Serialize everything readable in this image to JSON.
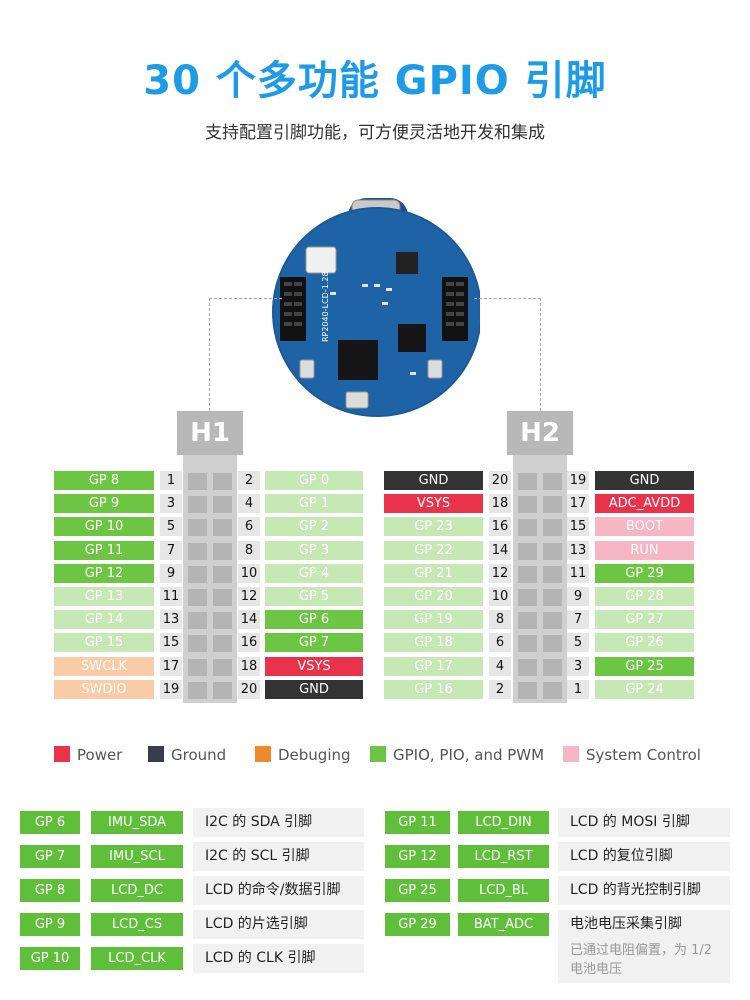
{
  "header": {
    "title": "30 个多功能 GPIO 引脚",
    "subtitle": "支持配置引脚功能，可方便灵活地开发和集成"
  },
  "board": {
    "silkscreen": "RP2040-LCD-1.28"
  },
  "headers": {
    "h1": {
      "label": "H1",
      "rows": [
        {
          "left": "GP 8",
          "lpin": "1",
          "rpin": "2",
          "right": "GP 0",
          "lc": "gpio",
          "rc": "gpio_light"
        },
        {
          "left": "GP 9",
          "lpin": "3",
          "rpin": "4",
          "right": "GP 1",
          "lc": "gpio",
          "rc": "gpio_light"
        },
        {
          "left": "GP 10",
          "lpin": "5",
          "rpin": "6",
          "right": "GP 2",
          "lc": "gpio",
          "rc": "gpio_light"
        },
        {
          "left": "GP 11",
          "lpin": "7",
          "rpin": "8",
          "right": "GP 3",
          "lc": "gpio",
          "rc": "gpio_light"
        },
        {
          "left": "GP 12",
          "lpin": "9",
          "rpin": "10",
          "right": "GP 4",
          "lc": "gpio",
          "rc": "gpio_light"
        },
        {
          "left": "GP 13",
          "lpin": "11",
          "rpin": "12",
          "right": "GP 5",
          "lc": "gpio_light",
          "rc": "gpio_light"
        },
        {
          "left": "GP 14",
          "lpin": "13",
          "rpin": "14",
          "right": "GP 6",
          "lc": "gpio_light",
          "rc": "gpio"
        },
        {
          "left": "GP 15",
          "lpin": "15",
          "rpin": "16",
          "right": "GP 7",
          "lc": "gpio_light",
          "rc": "gpio"
        },
        {
          "left": "SWCLK",
          "lpin": "17",
          "rpin": "18",
          "right": "VSYS",
          "lc": "debug",
          "rc": "power"
        },
        {
          "left": "SWDIO",
          "lpin": "19",
          "rpin": "20",
          "right": "GND",
          "lc": "debug",
          "rc": "ground"
        }
      ]
    },
    "h2": {
      "label": "H2",
      "rows": [
        {
          "left": "GND",
          "lpin": "20",
          "rpin": "19",
          "right": "GND",
          "lc": "ground",
          "rc": "ground"
        },
        {
          "left": "VSYS",
          "lpin": "18",
          "rpin": "17",
          "right": "ADC_AVDD",
          "lc": "power",
          "rc": "power"
        },
        {
          "left": "GP 23",
          "lpin": "16",
          "rpin": "15",
          "right": "BOOT",
          "lc": "gpio_light",
          "rc": "system"
        },
        {
          "left": "GP 22",
          "lpin": "14",
          "rpin": "13",
          "right": "RUN",
          "lc": "gpio_light",
          "rc": "system"
        },
        {
          "left": "GP 21",
          "lpin": "12",
          "rpin": "11",
          "right": "GP 29",
          "lc": "gpio_light",
          "rc": "gpio"
        },
        {
          "left": "GP 20",
          "lpin": "10",
          "rpin": "9",
          "right": "GP 28",
          "lc": "gpio_light",
          "rc": "gpio_light"
        },
        {
          "left": "GP 19",
          "lpin": "8",
          "rpin": "7",
          "right": "GP 27",
          "lc": "gpio_light",
          "rc": "gpio_light"
        },
        {
          "left": "GP 18",
          "lpin": "6",
          "rpin": "5",
          "right": "GP 26",
          "lc": "gpio_light",
          "rc": "gpio_light"
        },
        {
          "left": "GP 17",
          "lpin": "4",
          "rpin": "3",
          "right": "GP 25",
          "lc": "gpio_light",
          "rc": "gpio"
        },
        {
          "left": "GP 16",
          "lpin": "2",
          "rpin": "1",
          "right": "GP 24",
          "lc": "gpio_light",
          "rc": "gpio_light"
        }
      ]
    }
  },
  "legend": [
    {
      "label": "Power",
      "color": "#e8334a"
    },
    {
      "label": "Ground",
      "color": "#3a3d4a"
    },
    {
      "label": "Debuging",
      "color": "#ee8a2e"
    },
    {
      "label": "GPIO, PIO, and PWM",
      "color": "#6cc644"
    },
    {
      "label": "System Control",
      "color": "#f6b6c4"
    }
  ],
  "colors": {
    "gpio": "#6cc644",
    "gpio_light": "#c6e8b5",
    "debug": "#f9cba7",
    "power": "#e8334a",
    "ground": "#333333",
    "system": "#f6b6c4",
    "accent": "#1e9be6",
    "tag": "#5fbf3a"
  },
  "functions": {
    "left": [
      {
        "gp": "GP 6",
        "sig": "IMU_SDA",
        "desc": "I2C 的 SDA 引脚"
      },
      {
        "gp": "GP 7",
        "sig": "IMU_SCL",
        "desc": "I2C 的 SCL 引脚"
      },
      {
        "gp": "GP 8",
        "sig": "LCD_DC",
        "desc": "LCD 的命令/数据引脚"
      },
      {
        "gp": "GP 9",
        "sig": "LCD_CS",
        "desc": "LCD 的片选引脚"
      },
      {
        "gp": "GP 10",
        "sig": "LCD_CLK",
        "desc": "LCD 的 CLK 引脚"
      }
    ],
    "right": [
      {
        "gp": "GP 11",
        "sig": "LCD_DIN",
        "desc": "LCD 的 MOSI 引脚"
      },
      {
        "gp": "GP 12",
        "sig": "LCD_RST",
        "desc": "LCD 的复位引脚"
      },
      {
        "gp": "GP 25",
        "sig": "LCD_BL",
        "desc": "LCD 的背光控制引脚"
      },
      {
        "gp": "GP 29",
        "sig": "BAT_ADC",
        "desc": "电池电压采集引脚",
        "note": "已通过电阻偏置，为 1/2 电池电压"
      }
    ]
  }
}
